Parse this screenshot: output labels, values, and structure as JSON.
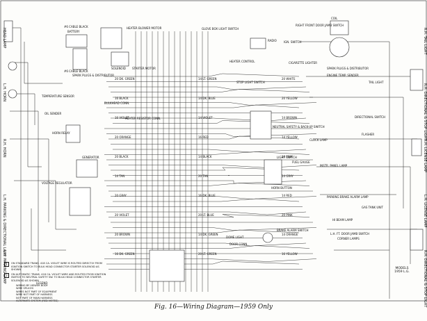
{
  "caption": "Fig. 16—Wiring Diagram—1959 Only",
  "left_side_labels": [
    "HEAD LAMP",
    "L.H. HORN",
    "R.H. HORN",
    "L.H. PARKING & DIRECTIONAL LAMP",
    "L.H. PARKING LAMP"
  ],
  "right_side_labels": [
    "R.H. TAIL LIGHT",
    "R.H. DIRECTIONAL & STOP LIGHT",
    "R.H. LICENSE LAMP",
    "L.H. LICENSE LAMP",
    "R.H. DIRECTIONAL & STOP LIGHT"
  ],
  "components": {
    "cable_black": "#6 CABLE BLACK",
    "cable_black_2": "#6 CABLE BLACK",
    "battery": "BATTERY",
    "heater_blower_motor": "HEATER BLOWER MOTOR",
    "solenoid": "SOLENOID",
    "starter_motor": "STARTER MOTOR",
    "spark_plugs_distributor": "SPARK PLUGS & DISTRIBUTOR",
    "glove_box_light_switch": "GLOVE BOX LIGHT SWITCH",
    "front_door_jamb_switch": "RIGHT FRONT DOOR JAMB SWITCH",
    "coil": "COIL",
    "spark_plugs_distributor_2": "SPARK PLUGS & DISTRIBUTOR",
    "temperature_sensor": "TEMPERATURE SENSOR",
    "engine_temp_sender": "ENGINE TEMP. SENDER",
    "radio": "RADIO",
    "ign_switch": "IGN. SWITCH",
    "heater_control": "HEATER CONTROL",
    "cigarette_lighter": "CIGARETTE LIGHTER",
    "stop_light_switch": "STOP LIGHT SWITCH",
    "heater_resistor": "HEATER RESISTOR CONN.",
    "bulkhead_conn": "BULKHEAD CONN.",
    "oil_sender": "OIL SENDER",
    "horn_relay": "HORN RELAY",
    "generator": "GENERATOR",
    "voltage_regulator": "VOLTAGE REGULATOR",
    "neutral_safety_switch": "NEUTRAL SAFETY & BACK-UP SWITCH",
    "light_switch": "LIGHT SWITCH",
    "horn_button": "HORN BUTTON",
    "dome_light": "DOME LIGHT",
    "door_conn": "DOOR CONN.",
    "brake_alarm_switch": "BRAKE ALARM SWITCH",
    "fuel_gauge": "FUEL GAUGE",
    "clock_lamp": "CLOCK LAMP",
    "instr_panel_lamp": "INSTR. PANEL LAMP",
    "parking_brake_lamp": "PARKING BRAKE ALARM LAMP",
    "hi_beam_lamp": "HI BEAM LAMP",
    "corner_lamps": "CORNER LAMPS",
    "gas_tank_unit": "GAS TANK UNIT",
    "tail_light": "TAIL LIGHT",
    "directional_switch": "DIRECTIONAL SWITCH",
    "flasher": "FLASHER",
    "lr_door_jamb_switch": "L.H. FT. DOOR JAMB SWITCH"
  },
  "wire_labels": [
    "20 DK. GREEN",
    "14 LT. GREEN",
    "20 WHITE",
    "16 BLACK",
    "14 DK. BLUE",
    "20 YELLOW",
    "16 VIOLET",
    "14 VIOLET",
    "14 BROWN",
    "20 ORANGE",
    "16 RED",
    "14 YELLOW",
    "20 BLACK",
    "14 BLACK",
    "14 PINK",
    "14 TAN",
    "20 TAN",
    "14 GRAY",
    "20 GRAY",
    "16 DK. BLUE",
    "14 RED",
    "20 VIOLET",
    "20 LT. BLUE",
    "20 PINK",
    "20 BROWN",
    "14 DK. GREEN",
    "14 ORANGE",
    "16 DK. GREEN",
    "20 LT. GREEN",
    "16 YELLOW"
  ],
  "notes": [
    {
      "num": "1",
      "text": "ON STANDARD TRANS. 418 CA. VIOLET WIRE IS ROUTED DIRECTLY FROM IGNITION SWITCH TO BULK HEAD CONNECTOR STARTER SOLENOID AS SHOWN"
    },
    {
      "num": "2",
      "text": "ON AUTOMATIC TRANS. 418 CA. VIOLET WIRE AND ROUTED FROM IGNITION SWITCH TO NEUTRAL SAFETY SW. TO BULK HEAD CONNECTOR STARTER SOLENOID AS SHOWN"
    }
  ],
  "legend": {
    "title": "LEGEND",
    "items": [
      "WIRING BY VIEWER BODY",
      "WIRE SPLICES",
      "WIRES NOT PART OF EQUIPMENT",
      "WIRE NOT PART OF HARNESS",
      "NOT PART OF MAIN HARNESS",
      "ALTERNATE SYSTEM (RED NOTES)"
    ]
  },
  "models": {
    "title": "MODELS",
    "text": "1959 L.G."
  }
}
